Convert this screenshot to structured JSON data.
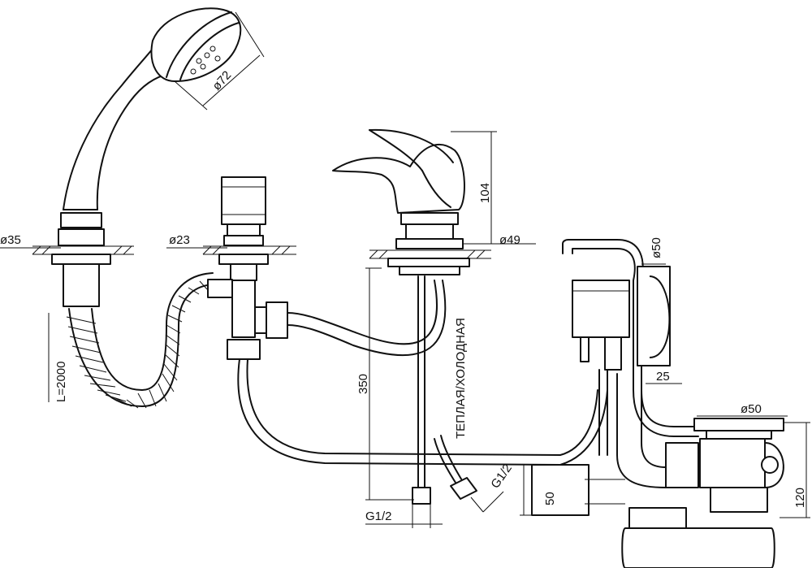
{
  "dimensions": {
    "d72": "ø72",
    "d35": "ø35",
    "d23": "ø23",
    "d49": "ø49",
    "d50_top": "ø50",
    "d50_bottom": "ø50",
    "h104": "104",
    "h350": "350",
    "h120": "120",
    "h50": "50",
    "w25": "25",
    "g12_left": "G1/2",
    "g12_right": "G1/2",
    "hose_length": "L=2000"
  },
  "labels": {
    "warm_cold": "ТЕПЛАЯ/ХОЛОДНАЯ"
  }
}
